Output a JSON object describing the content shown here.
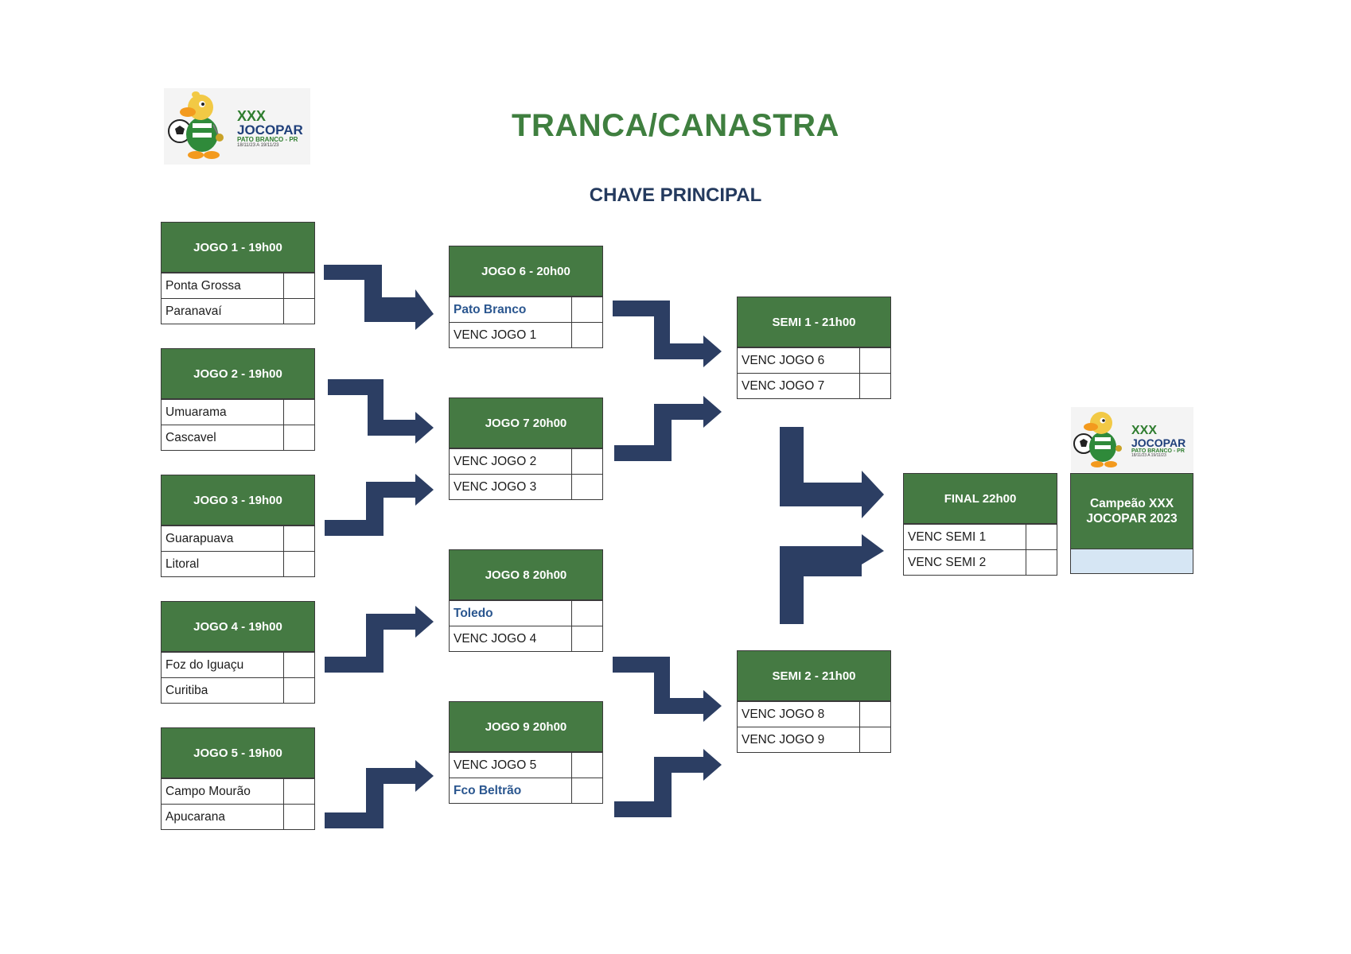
{
  "title": "TRANCA/CANASTRA",
  "subtitle": "CHAVE PRINCIPAL",
  "logo": {
    "line1": "XXX",
    "line2": "JOCOPAR",
    "line3": "PATO BRANCO - PR",
    "line4": "18/11/23 A 19/11/23"
  },
  "colors": {
    "header_green": "#457a43",
    "arrow_navy": "#2c3e63",
    "highlight_blue": "#2a568f",
    "champion_slot": "#d6e6f4"
  },
  "round1": [
    {
      "header": "JOGO 1 - 19h00",
      "teams": [
        "Ponta Grossa",
        "Paranavaí"
      ],
      "highlight": [
        false,
        false
      ]
    },
    {
      "header": "JOGO 2 - 19h00",
      "teams": [
        "Umuarama",
        "Cascavel"
      ],
      "highlight": [
        false,
        false
      ]
    },
    {
      "header": "JOGO 3 - 19h00",
      "teams": [
        "Guarapuava",
        "Litoral"
      ],
      "highlight": [
        false,
        false
      ]
    },
    {
      "header": "JOGO 4 - 19h00",
      "teams": [
        "Foz do Iguaçu",
        "Curitiba"
      ],
      "highlight": [
        false,
        false
      ]
    },
    {
      "header": "JOGO 5 - 19h00",
      "teams": [
        "Campo Mourão",
        "Apucarana"
      ],
      "highlight": [
        false,
        false
      ]
    }
  ],
  "round2": [
    {
      "header": "JOGO 6 -  20h00",
      "teams": [
        "Pato Branco",
        "VENC JOGO 1"
      ],
      "highlight": [
        true,
        false
      ]
    },
    {
      "header": "JOGO 7 20h00",
      "teams": [
        "VENC JOGO 2",
        "VENC JOGO 3"
      ],
      "highlight": [
        false,
        false
      ]
    },
    {
      "header": "JOGO 8 20h00",
      "teams": [
        "Toledo",
        "VENC JOGO 4"
      ],
      "highlight": [
        true,
        false
      ]
    },
    {
      "header": "JOGO 9 20h00",
      "teams": [
        "VENC JOGO 5",
        "Fco Beltrão"
      ],
      "highlight": [
        false,
        true
      ]
    }
  ],
  "semis": [
    {
      "header": "SEMI 1 -  21h00",
      "teams": [
        "VENC JOGO 6",
        "VENC JOGO 7"
      ],
      "highlight": [
        false,
        false
      ]
    },
    {
      "header": "SEMI 2 - 21h00",
      "teams": [
        "VENC JOGO 8",
        "VENC JOGO 9"
      ],
      "highlight": [
        false,
        false
      ]
    }
  ],
  "final": {
    "header": "FINAL 22h00",
    "teams": [
      "VENC SEMI 1",
      "VENC SEMI 2"
    ],
    "highlight": [
      false,
      false
    ]
  },
  "champion": {
    "header": "Campeão XXX JOCOPAR 2023"
  }
}
